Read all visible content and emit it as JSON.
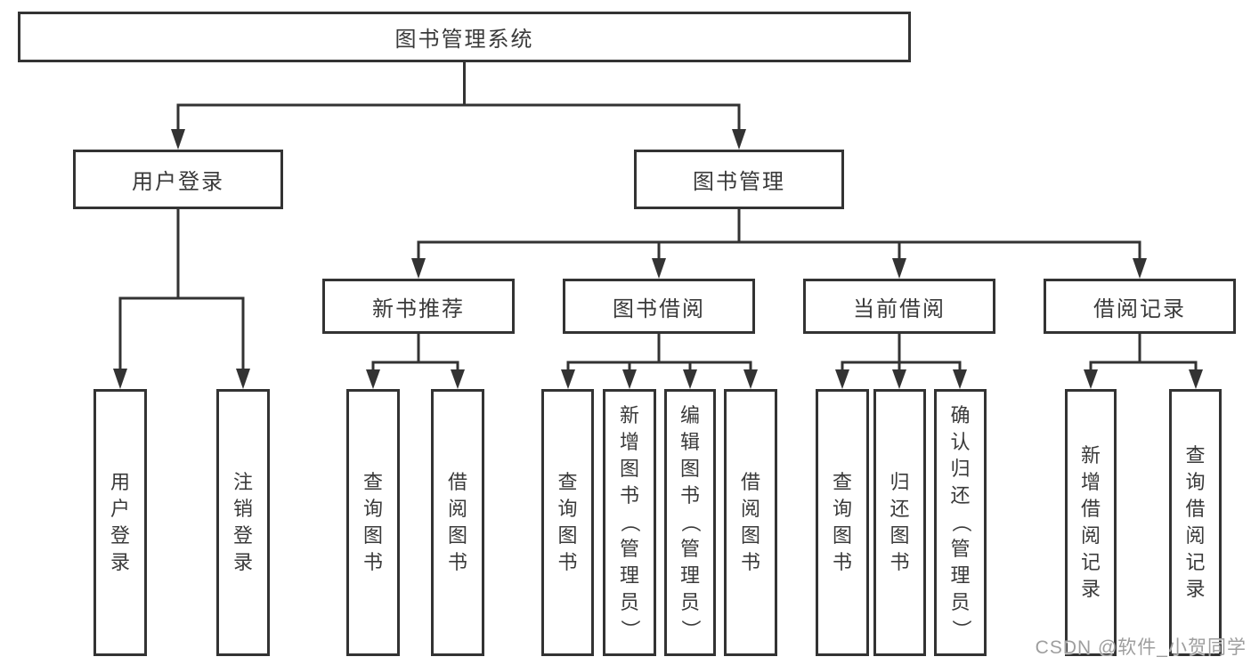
{
  "diagram": {
    "root": {
      "label": "图书管理系统"
    },
    "level2": [
      {
        "label": "用户登录"
      },
      {
        "label": "图书管理"
      }
    ],
    "level3": [
      {
        "label": "新书推荐"
      },
      {
        "label": "图书借阅"
      },
      {
        "label": "当前借阅"
      },
      {
        "label": "借阅记录"
      }
    ],
    "leaves": [
      {
        "label": "用户登录"
      },
      {
        "label": "注销登录"
      },
      {
        "label": "查询图书"
      },
      {
        "label": "借阅图书"
      },
      {
        "label": "查询图书"
      },
      {
        "label": "新增图书（管理员）"
      },
      {
        "label": "编辑图书（管理员）"
      },
      {
        "label": "借阅图书"
      },
      {
        "label": "查询图书"
      },
      {
        "label": "归还图书"
      },
      {
        "label": "确认归还（管理员）"
      },
      {
        "label": "新增借阅记录"
      },
      {
        "label": "查询借阅记录"
      }
    ]
  },
  "watermark": "CSDN @软件_小贺同学",
  "colors": {
    "line": "#333333",
    "text": "#3a3a3a",
    "watermark": "#9e9e9e",
    "background": "#ffffff"
  }
}
